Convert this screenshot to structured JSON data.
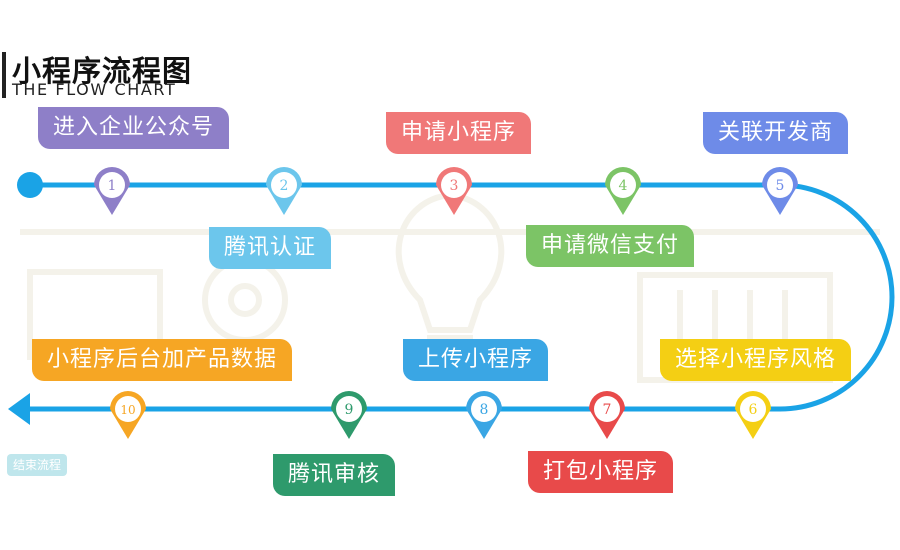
{
  "header": {
    "title": "小程序流程图",
    "subtitle": "THE FLOW CHART"
  },
  "steps": [
    {
      "num": "1",
      "label": "进入企业公众号",
      "color": "#8e7fc8"
    },
    {
      "num": "2",
      "label": "腾讯认证",
      "color": "#6cc6ec"
    },
    {
      "num": "3",
      "label": "申请小程序",
      "color": "#f07878"
    },
    {
      "num": "4",
      "label": "申请微信支付",
      "color": "#7cc466"
    },
    {
      "num": "5",
      "label": "关联开发商",
      "color": "#6e8be8"
    },
    {
      "num": "6",
      "label": "选择小程序风格",
      "color": "#f4cf14"
    },
    {
      "num": "7",
      "label": "打包小程序",
      "color": "#e84a4a"
    },
    {
      "num": "8",
      "label": "上传小程序",
      "color": "#3aa6e4"
    },
    {
      "num": "9",
      "label": "腾讯审核",
      "color": "#2e9a6c"
    },
    {
      "num": "10",
      "label": "小程序后台加产品数据",
      "color": "#f6a624"
    }
  ],
  "end_label": "结束流程",
  "colors": {
    "line": "#1aa3e6",
    "title": "#111111"
  }
}
